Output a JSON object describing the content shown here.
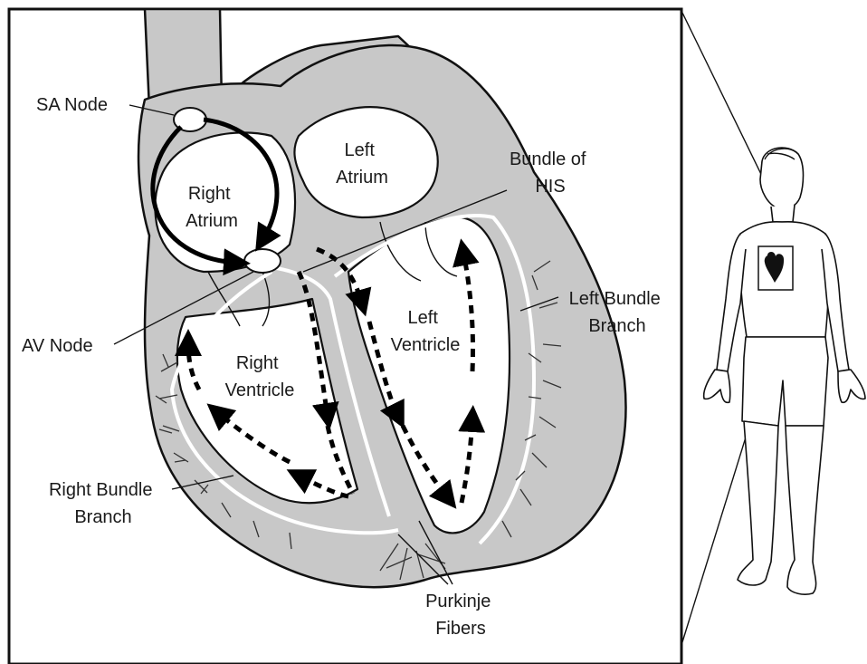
{
  "labels": {
    "sa_node": "SA Node",
    "right_atrium": [
      "Right",
      "Atrium"
    ],
    "left_atrium": [
      "Left",
      "Atrium"
    ],
    "bundle_of_his": [
      "Bundle of",
      "HIS"
    ],
    "left_bundle_branch": [
      "Left Bundle",
      "Branch"
    ],
    "av_node": "AV Node",
    "left_ventricle": [
      "Left",
      "Ventricle"
    ],
    "right_ventricle": [
      "Right",
      "Ventricle"
    ],
    "right_bundle_branch": [
      "Right Bundle",
      "Branch"
    ],
    "purkinje_fibers": [
      "Purkinje",
      "Fibers"
    ]
  },
  "colors": {
    "heart_wall": "#c8c8c8",
    "cavity": "#ffffff",
    "outline": "#111111",
    "conduction_arrow": "#000000",
    "heart_icon": "#111111"
  },
  "icons": {
    "heart": "heart-silhouette-icon",
    "figure": "human-figure-icon"
  }
}
